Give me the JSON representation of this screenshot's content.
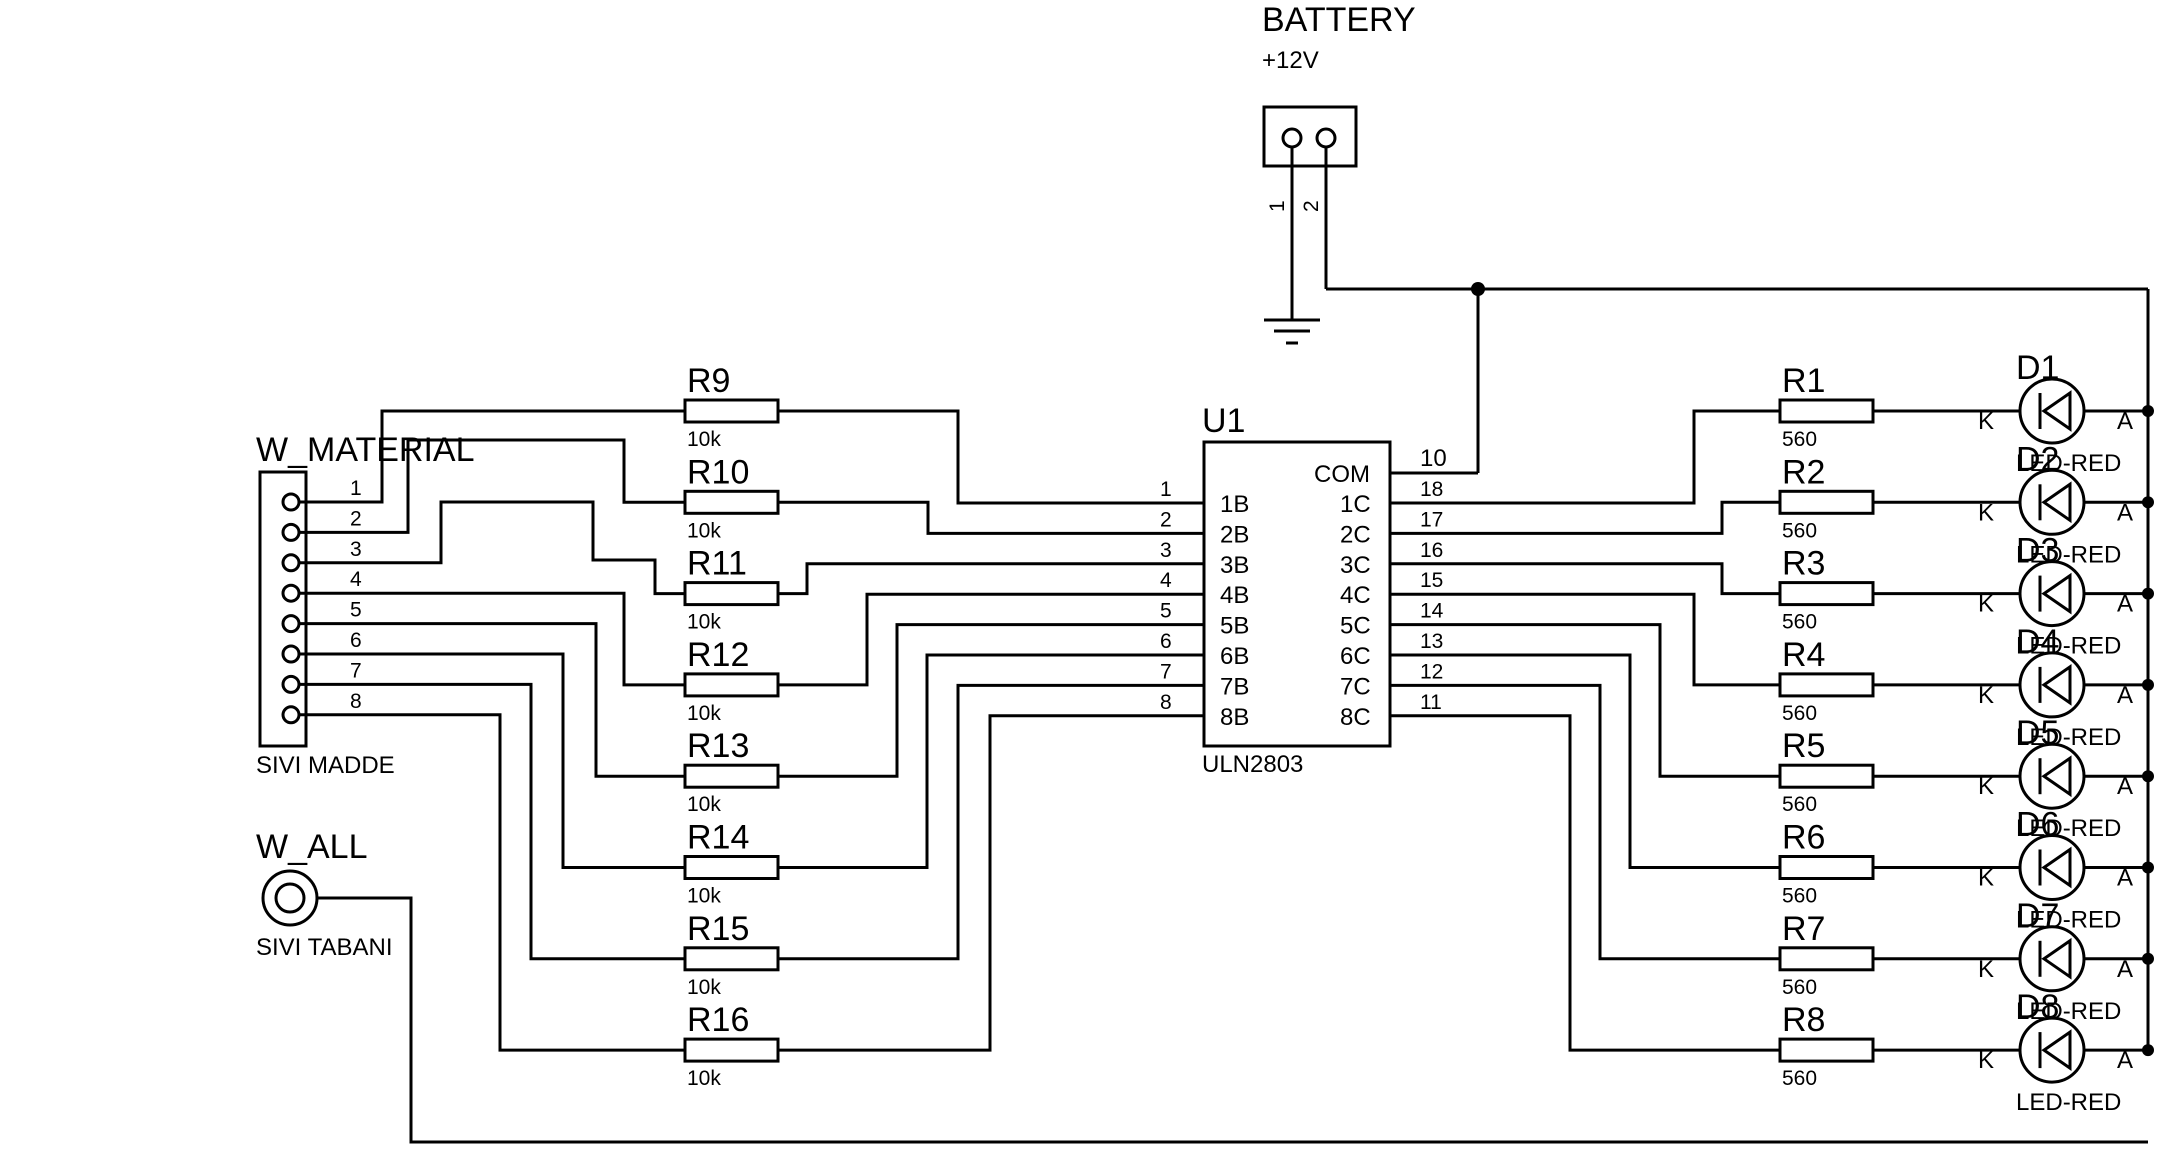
{
  "battery": {
    "name": "BATTERY",
    "value": "+12V",
    "pin1": "1",
    "pin2": "2"
  },
  "connector": {
    "name": "W_MATERIAL",
    "label": "SIVI MADDE",
    "pins": [
      "1",
      "2",
      "3",
      "4",
      "5",
      "6",
      "7",
      "8"
    ]
  },
  "probe": {
    "name": "W_ALL",
    "label": "SIVI TABANI"
  },
  "ic": {
    "name": "U1",
    "part": "ULN2803",
    "com_label": "COM",
    "com_pin": "10",
    "inputs": [
      {
        "label": "1B",
        "pin": "1"
      },
      {
        "label": "2B",
        "pin": "2"
      },
      {
        "label": "3B",
        "pin": "3"
      },
      {
        "label": "4B",
        "pin": "4"
      },
      {
        "label": "5B",
        "pin": "5"
      },
      {
        "label": "6B",
        "pin": "6"
      },
      {
        "label": "7B",
        "pin": "7"
      },
      {
        "label": "8B",
        "pin": "8"
      }
    ],
    "outputs": [
      {
        "label": "1C",
        "pin": "18"
      },
      {
        "label": "2C",
        "pin": "17"
      },
      {
        "label": "3C",
        "pin": "16"
      },
      {
        "label": "4C",
        "pin": "15"
      },
      {
        "label": "5C",
        "pin": "14"
      },
      {
        "label": "6C",
        "pin": "13"
      },
      {
        "label": "7C",
        "pin": "12"
      },
      {
        "label": "8C",
        "pin": "11"
      }
    ]
  },
  "input_resistors": [
    {
      "name": "R9",
      "value": "10k"
    },
    {
      "name": "R10",
      "value": "10k"
    },
    {
      "name": "R11",
      "value": "10k"
    },
    {
      "name": "R12",
      "value": "10k"
    },
    {
      "name": "R13",
      "value": "10k"
    },
    {
      "name": "R14",
      "value": "10k"
    },
    {
      "name": "R15",
      "value": "10k"
    },
    {
      "name": "R16",
      "value": "10k"
    }
  ],
  "output_resistors": [
    {
      "name": "R1",
      "value": "560"
    },
    {
      "name": "R2",
      "value": "560"
    },
    {
      "name": "R3",
      "value": "560"
    },
    {
      "name": "R4",
      "value": "560"
    },
    {
      "name": "R5",
      "value": "560"
    },
    {
      "name": "R6",
      "value": "560"
    },
    {
      "name": "R7",
      "value": "560"
    },
    {
      "name": "R8",
      "value": "560"
    }
  ],
  "leds": [
    {
      "name": "D1",
      "type": "LED-RED"
    },
    {
      "name": "D2",
      "type": "LED-RED"
    },
    {
      "name": "D3",
      "type": "LED-RED"
    },
    {
      "name": "D4",
      "type": "LED-RED"
    },
    {
      "name": "D5",
      "type": "LED-RED"
    },
    {
      "name": "D6",
      "type": "LED-RED"
    },
    {
      "name": "D7",
      "type": "LED-RED"
    },
    {
      "name": "D8",
      "type": "LED-RED"
    }
  ],
  "led_pin_labels": {
    "cathode": "K",
    "anode": "A"
  }
}
